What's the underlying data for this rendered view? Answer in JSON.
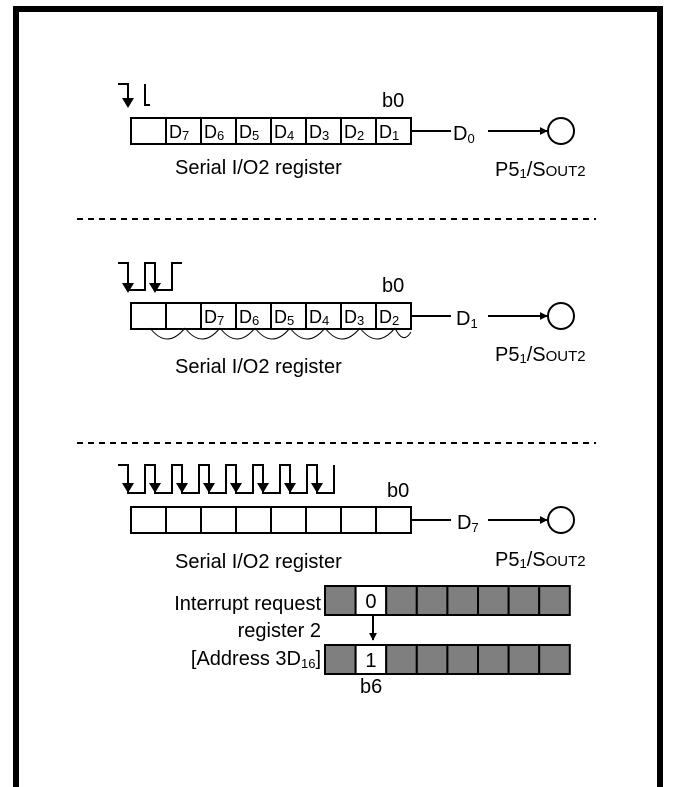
{
  "colors": {
    "stroke": "#000000",
    "fill_gray": "#7f7f7f",
    "background": "#ffffff"
  },
  "diagram": {
    "panel1": {
      "bit_label": "b0",
      "cells": [
        {
          "main": "",
          "sub": ""
        },
        {
          "main": "D",
          "sub": "7"
        },
        {
          "main": "D",
          "sub": "6"
        },
        {
          "main": "D",
          "sub": "5"
        },
        {
          "main": "D",
          "sub": "4"
        },
        {
          "main": "D",
          "sub": "3"
        },
        {
          "main": "D",
          "sub": "2"
        },
        {
          "main": "D",
          "sub": "1"
        }
      ],
      "out_main": "D",
      "out_sub": "0",
      "register_label": "Serial I/O2 register",
      "pin_a": "P5",
      "pin_a_sub": "1",
      "pin_slash": "/",
      "pin_b": "S",
      "pin_b_small": "OUT2",
      "clock_pulses": 1
    },
    "panel2": {
      "bit_label": "b0",
      "cells": [
        {
          "main": "",
          "sub": ""
        },
        {
          "main": "",
          "sub": ""
        },
        {
          "main": "D",
          "sub": "7"
        },
        {
          "main": "D",
          "sub": "6"
        },
        {
          "main": "D",
          "sub": "5"
        },
        {
          "main": "D",
          "sub": "4"
        },
        {
          "main": "D",
          "sub": "3"
        },
        {
          "main": "D",
          "sub": "2"
        }
      ],
      "out_main": "D",
      "out_sub": "1",
      "register_label": "Serial I/O2 register",
      "pin_a": "P5",
      "pin_a_sub": "1",
      "pin_slash": "/",
      "pin_b": "S",
      "pin_b_small": "OUT2",
      "clock_pulses": 2
    },
    "panel3": {
      "bit_label": "b0",
      "cells": [
        {
          "main": "",
          "sub": ""
        },
        {
          "main": "",
          "sub": ""
        },
        {
          "main": "",
          "sub": ""
        },
        {
          "main": "",
          "sub": ""
        },
        {
          "main": "",
          "sub": ""
        },
        {
          "main": "",
          "sub": ""
        },
        {
          "main": "",
          "sub": ""
        },
        {
          "main": "",
          "sub": ""
        }
      ],
      "out_main": "D",
      "out_sub": "7",
      "register_label": "Serial I/O2 register",
      "pin_a": "P5",
      "pin_a_sub": "1",
      "pin_slash": "/",
      "pin_b": "S",
      "pin_b_small": "OUT2",
      "clock_pulses": 8
    },
    "interrupt": {
      "label_line1": "Interrupt request",
      "label_line2": "register 2",
      "label_line3_main": "[Address 3D",
      "label_line3_sub": "16",
      "label_line3_end": "]",
      "before_value": "0",
      "after_value": "1",
      "bit_label": "b6"
    }
  }
}
